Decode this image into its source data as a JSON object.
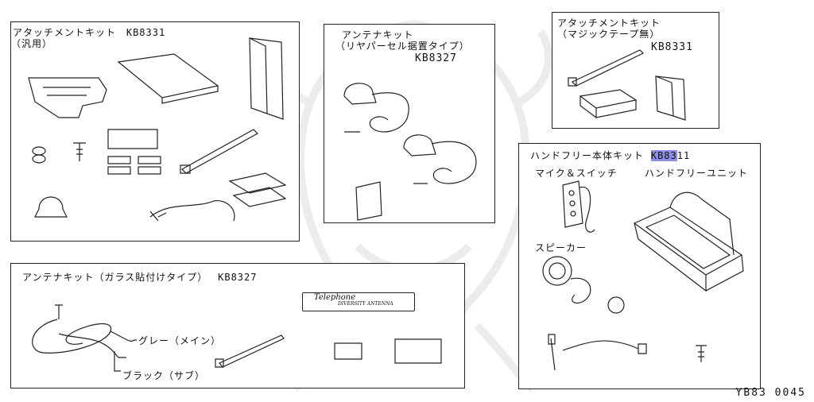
{
  "panels": {
    "attach_generic": {
      "title": "アタッチメントキット",
      "part_no": "KB8331",
      "subtitle": "（汎用）"
    },
    "antenna_rear": {
      "title": "アンテナキット",
      "subtitle": "（リヤパーセル据置タイプ）",
      "part_no": "KB8327"
    },
    "attach_magic": {
      "title": "アタッチメントキット",
      "subtitle": "（マジックテープ無）",
      "part_no": "KB8331"
    },
    "handsfree": {
      "title": "ハンドフリー本体キット",
      "part_no_highlight": "KB83",
      "part_no_rest": "11",
      "mic_label": "マイク＆スイッチ",
      "unit_label": "ハンドフリーユニット",
      "speaker_label": "スピーカー"
    },
    "antenna_glass": {
      "title": "アンテナキット（ガラス貼付けタイプ）",
      "part_no": "KB8327",
      "gray_label": "グレー（メイン）",
      "black_label": "ブラック（サブ）",
      "plate_line1": "Telephone",
      "plate_line2": "DIVERSITY ANTENNA"
    }
  },
  "diagram_id": "YB83 0045"
}
